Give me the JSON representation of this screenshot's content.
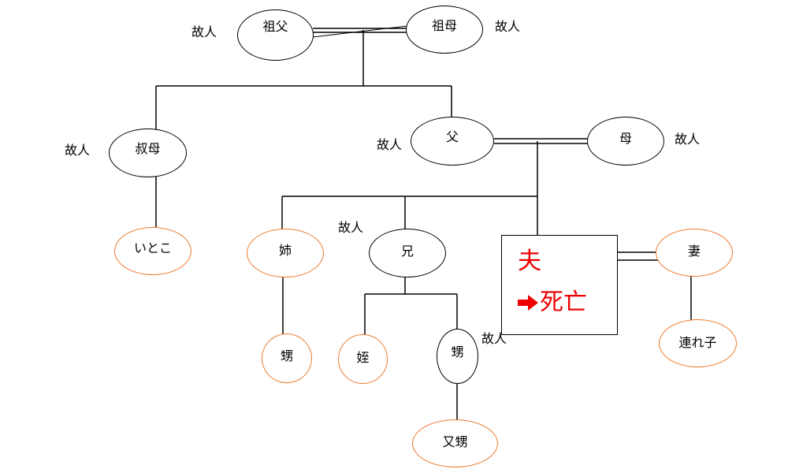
{
  "deceased_label": "故人",
  "people": {
    "grandfather": "祖父",
    "grandmother": "祖母",
    "aunt": "叔母",
    "father": "父",
    "mother": "母",
    "cousin": "いとこ",
    "elder_sister": "姉",
    "elder_brother": "兄",
    "wife": "妻",
    "sister_son": "甥",
    "brother_daughter": "姪",
    "brother_son": "甥",
    "stepchild": "連れ子",
    "grandnephew": "又甥"
  },
  "focus": {
    "name": "夫",
    "status": "死亡"
  },
  "colors": {
    "line": "#000000",
    "deceased_border": "#000000",
    "living_border": "#ec7c31",
    "highlight_text": "#ee0000"
  }
}
